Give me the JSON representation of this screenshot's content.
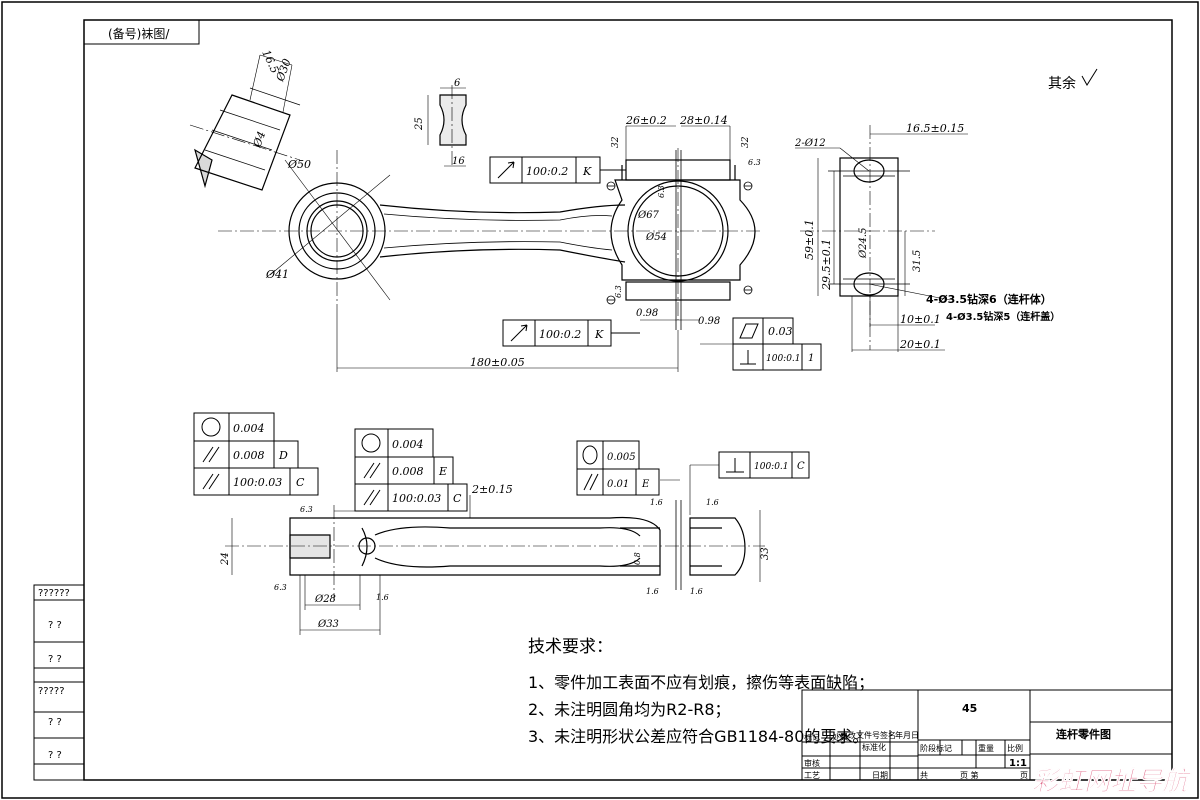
{
  "drawing": {
    "stamp": "(备号)袜图/",
    "roughness_note": "其余",
    "material": "45",
    "title": "连杆零件图",
    "scale": "1:1"
  },
  "dims_top": {
    "d1": "16.5",
    "d2": "Ø30",
    "d3": "Ø4",
    "d4": "Ø50",
    "d5": "Ø41",
    "d6": "6",
    "d7": "25",
    "d8": "16",
    "d9": "26±0.2",
    "d10": "28±0.14",
    "d11": "32",
    "d12": "32",
    "d13": "Ø67",
    "d14": "Ø54",
    "d15": "0.98",
    "d16": "0.98",
    "d17": "180±0.05",
    "d18": "6.3",
    "d19": "6.3",
    "d20": "6.3"
  },
  "dims_side": {
    "d1": "2-Ø12",
    "d2": "16.5±0.15",
    "d3": "59±0.1",
    "d4": "29.5±0.1",
    "d5": "Ø24.5",
    "d6": "31.5",
    "d7": "10±0.1",
    "d8": "20±0.1",
    "drill1": "4-Ø3.5钻深6（连杆体）",
    "drill2": "4-Ø3.5钻深5（连杆盖）"
  },
  "fcf": {
    "runout1": "100:0.2",
    "runout1_datum": "K",
    "runout2": "100:0.2",
    "runout2_datum": "K",
    "flat_tol": "0.03",
    "perp1_tol": "100:0.1",
    "perp1_datum": "1",
    "circ1": "0.004",
    "par1": "0.008",
    "par1_datum": "D",
    "par2": "100:0.03",
    "par2_datum": "C",
    "circ2": "0.004",
    "par3": "0.008",
    "par3_datum": "E",
    "par4": "100:0.03",
    "par4_datum": "C",
    "circ3": "0.005",
    "par5": "0.01",
    "par5_datum": "E",
    "perp2": "100:0.1",
    "perp2_datum": "C"
  },
  "dims_section": {
    "d1": "2±0.15",
    "d2": "24",
    "d3": "33",
    "d4": "Ø28",
    "d5": "Ø33",
    "r1": "6.3",
    "r2": "6.3",
    "r3": "1.6",
    "r4": "1.6",
    "r5": "1.6",
    "r6": "1.6",
    "r7": "1.6",
    "d6": "0.8"
  },
  "tech": {
    "heading": "技术要求：",
    "items": [
      "1、零件加工表面不应有划痕，擦伤等表面缺陷；",
      "2、未注明圆角均为R2-R8；",
      "3、未注明形状公差应符合GB1184-80的要求。"
    ]
  },
  "left_strip": [
    "??????",
    "? ?",
    "? ?",
    "?????",
    "? ?",
    "? ?"
  ],
  "titleblock": {
    "marks": "标记",
    "count": "处数",
    "zone": "分区",
    "docno": "更改文件号",
    "sign": "签名",
    "date": "年月日",
    "std": "标准化",
    "stage": "阶段标记",
    "weight": "重量",
    "ratio": "比例",
    "review": "审核",
    "process": "工艺",
    "date2": "日期",
    "total": "共",
    "sheet": "页 第",
    "page": "页"
  },
  "watermark": "彩虹网址导航"
}
